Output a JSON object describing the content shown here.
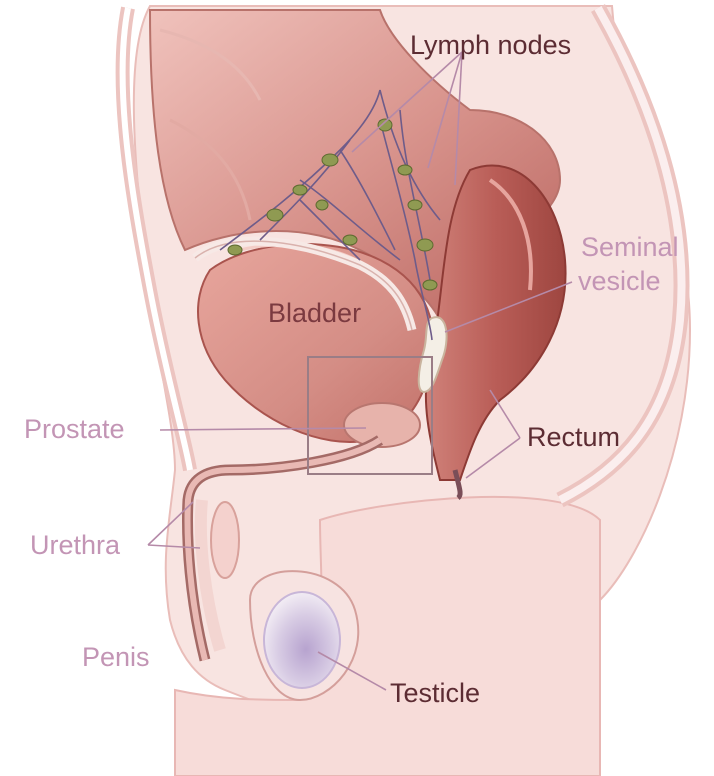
{
  "labels": {
    "lymph_nodes": "Lymph nodes",
    "seminal_vesicle_line1": "Seminal",
    "seminal_vesicle_line2": "vesicle",
    "bladder": "Bladder",
    "prostate": "Prostate",
    "rectum": "Rectum",
    "urethra": "Urethra",
    "penis": "Penis",
    "testicle": "Testicle"
  },
  "colors": {
    "skin": "#f6dcd8",
    "skin_outline": "#e8b7b4",
    "organ_dark": "#b45a56",
    "organ_mid": "#cf8480",
    "organ_light": "#e7b0aa",
    "lymph_node": "#8f9a52",
    "vessel": "#6e5c8a",
    "leader_line": "#b58aa8",
    "dark_label": "#5c2c33",
    "pale_label": "#c395b5"
  }
}
